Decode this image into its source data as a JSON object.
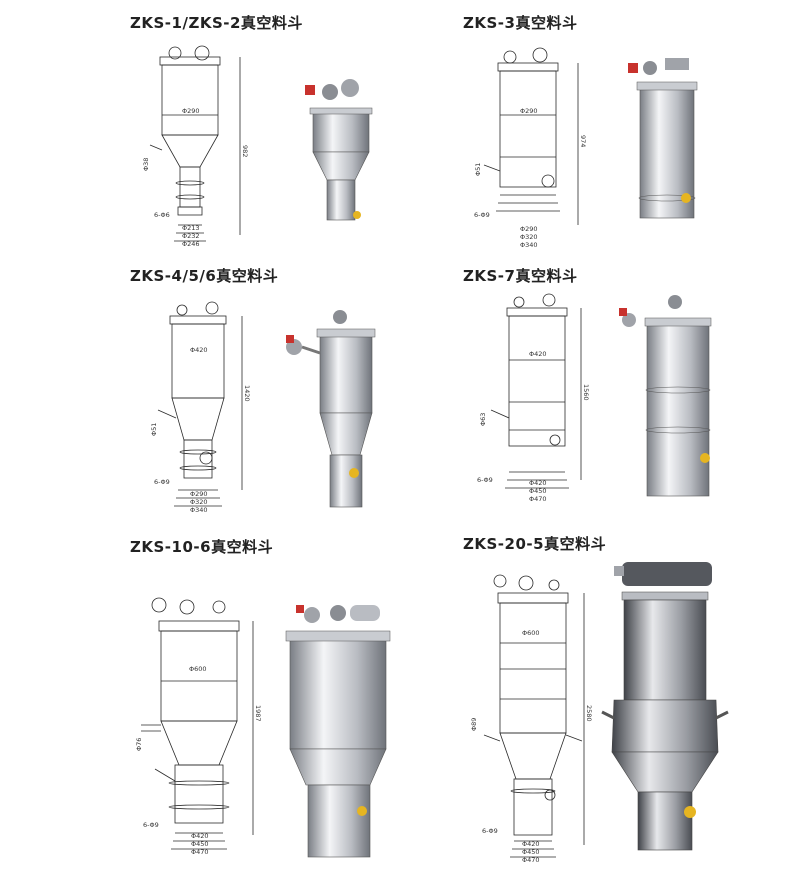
{
  "panels": [
    {
      "title": "ZKS-1/ZKS-2真空料斗",
      "dims": {
        "top_dia": "Φ290",
        "height": "982",
        "inlet": "Φ38",
        "bolts": "6-Φ6",
        "base": [
          "Φ213",
          "Φ232",
          "Φ246"
        ]
      }
    },
    {
      "title": "ZKS-3真空料斗",
      "dims": {
        "top_dia": "Φ290",
        "height": "974",
        "inlet": "Φ51",
        "bolts": "6-Φ9",
        "base": [
          "Φ290",
          "Φ320",
          "Φ340"
        ]
      }
    },
    {
      "title": "ZKS-4/5/6真空料斗",
      "dims": {
        "top_dia": "Φ420",
        "height": "1420",
        "inlet": "Φ51",
        "bolts": "6-Φ9",
        "base": [
          "Φ290",
          "Φ320",
          "Φ340"
        ]
      }
    },
    {
      "title": "ZKS-7真空料斗",
      "dims": {
        "top_dia": "Φ420",
        "height": "1560",
        "inlet": "Φ63",
        "bolts": "6-Φ9",
        "base": [
          "Φ420",
          "Φ450",
          "Φ470"
        ]
      }
    },
    {
      "title": "ZKS-10-6真空料斗",
      "dims": {
        "top_dia": "Φ600",
        "height": "1987",
        "inlet": "Φ76",
        "bolts": "6-Φ9",
        "base": [
          "Φ420",
          "Φ450",
          "Φ470"
        ]
      }
    },
    {
      "title": "ZKS-20-5真空料斗",
      "dims": {
        "top_dia": "Φ600",
        "height": "2580",
        "inlet": "Φ89",
        "bolts": "6-Φ9",
        "base": [
          "Φ420",
          "Φ450",
          "Φ470"
        ]
      }
    }
  ],
  "colors": {
    "line": "#2a2a2a",
    "steel_light": "#f2f3f5",
    "steel_mid": "#b9bcc2",
    "steel_dark": "#6f737a",
    "valve_red": "#c8322d",
    "clamp_yellow": "#e6b521"
  }
}
